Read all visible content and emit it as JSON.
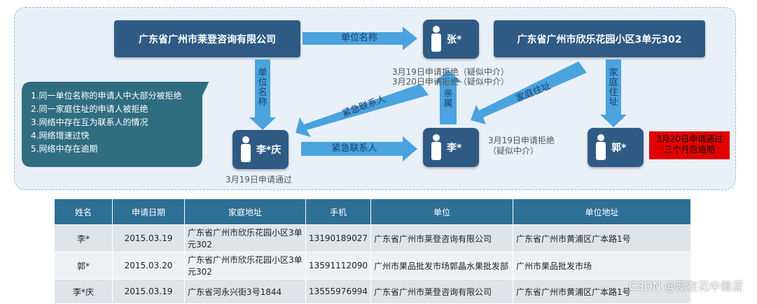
{
  "diagram": {
    "companies": {
      "laideng": "广东省广州市莱登咨询有限公司",
      "address": "广东省广州市欣乐花园小区3单元302"
    },
    "persons": {
      "zhang": "张*",
      "li": "李*",
      "liqing": "李*庆",
      "guo": "郭*"
    },
    "arrows": {
      "danwei_mingcheng_h": "单位名称",
      "danwei_mingcheng_v": "单位名称",
      "jinji_lianxiren_diag": "紧急联系人",
      "qinshu": "亲属",
      "jiating_zhuzhi_diag": "家庭住址",
      "jiating_zhuzhi_v": "家庭住址",
      "jinji_lianxiren_h": "紧急联系人"
    },
    "notes": {
      "zhang_1": "3月19日申请拒绝（疑似中介）",
      "zhang_2": "3月20日申请拒绝（疑似中介）",
      "li_1": "3月19日申请拒绝",
      "li_2": "（疑似中介）",
      "liqing": "3月19日申请通过",
      "guo_1": "3月20日申请通过",
      "guo_2": "三个月后逾期"
    },
    "findings": [
      "1.同一单位名称的申请人中大部分被拒绝",
      "2.同一家庭住址的申请人被拒绝",
      "3.网络中存在互为联系人的情况",
      "4.网络增速过快",
      "5.网络中存在逾期"
    ]
  },
  "table": {
    "headers": [
      "姓名",
      "申请日期",
      "家庭地址",
      "手机",
      "单位",
      "单位地址"
    ],
    "rows": [
      [
        "李*",
        "2015.03.19",
        "广东省广州市欣乐花园小区3单元302",
        "13190189027",
        "广东省广州市莱登咨询有限公司",
        "广东省广州市黄浦区广本路1号"
      ],
      [
        "郭*",
        "2015.03.20",
        "广东省广州市欣乐花园小区3单元302",
        "13591112090",
        "广州市果品批发市场郭晶水果批发部",
        "广州市果品批发市场"
      ],
      [
        "李*庆",
        "2015.03.19",
        "广东省河永兴街3号1844",
        "13555976994",
        "广东省广州市莱登咨询有限公司",
        "广东省广州市黄浦区广本路1号"
      ]
    ]
  },
  "watermark": "CSDN @蕊在花中羞涩",
  "colors": {
    "node": "#2f5a84",
    "arrow": "#4aa3df",
    "highlight": "#e00000",
    "table_header": "#2e6f95"
  }
}
